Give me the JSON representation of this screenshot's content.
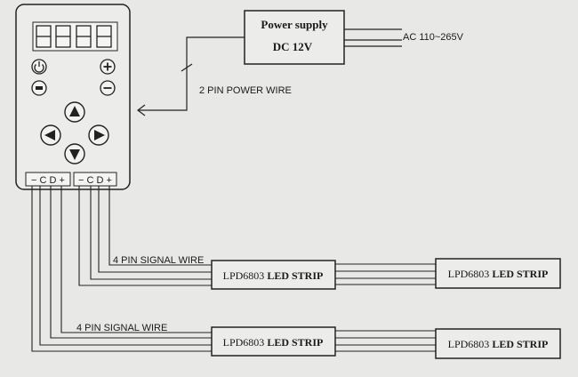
{
  "power_supply": {
    "line1": "Power supply",
    "line2": "DC 12V"
  },
  "ac_label": "AC 110~265V",
  "power_wire_label": "2 PIN POWER WIRE",
  "signal_wire_label_1": "4 PIN SIGNAL WIRE",
  "signal_wire_label_2": "4 PIN SIGNAL WIRE",
  "strips": [
    {
      "model": "LPD6803",
      "suffix": "LED STRIP"
    },
    {
      "model": "LPD6803",
      "suffix": "LED STRIP"
    },
    {
      "model": "LPD6803",
      "suffix": "LED STRIP"
    },
    {
      "model": "LPD6803",
      "suffix": "LED STRIP"
    }
  ],
  "controller": {
    "port_left": "− C D +",
    "port_right": "− C D +",
    "buttons": [
      "power-icon",
      "plus-icon",
      "mode-icon",
      "minus-icon",
      "up-arrow-icon",
      "left-arrow-icon",
      "right-arrow-icon",
      "down-arrow-icon"
    ]
  }
}
